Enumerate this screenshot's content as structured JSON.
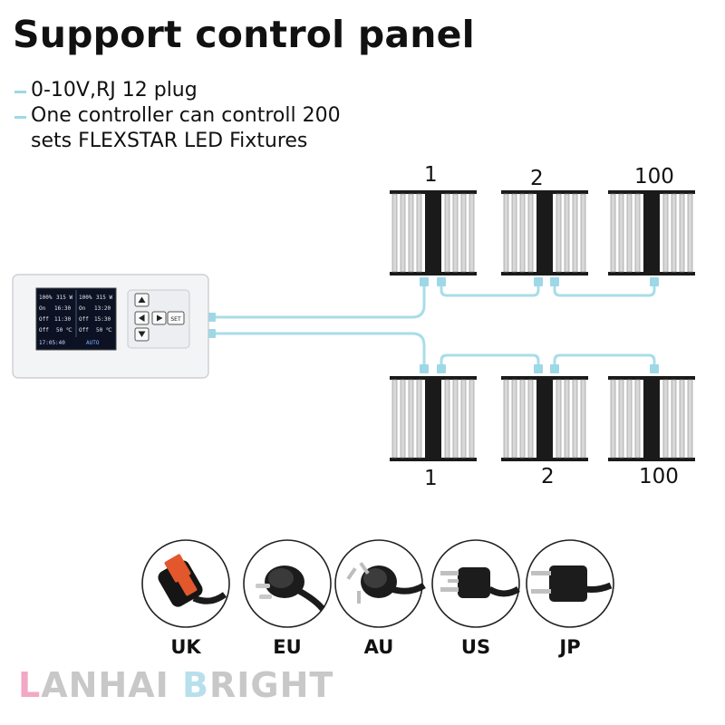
{
  "title": "Support control panel",
  "bullets": [
    {
      "text": "0-10V,RJ 12 plug"
    },
    {
      "text": "One controller can controll 200",
      "continuation": "sets FLEXSTAR LED Fixtures"
    }
  ],
  "top_row_labels": [
    "1",
    "2",
    "100"
  ],
  "bottom_row_labels": [
    "1",
    "2",
    "100"
  ],
  "controller": {
    "set_button": "SET",
    "screen": {
      "row1": [
        "100%",
        "315 W",
        "100%",
        "315 W"
      ],
      "row2": [
        "On",
        "16:30",
        "On",
        "13:20"
      ],
      "row3": [
        "Off",
        "11:30",
        "Off",
        "15:30"
      ],
      "row4": [
        "Off",
        "50 ℃",
        "Off",
        "50 ℃"
      ],
      "footer": [
        "17:05:40",
        "AUTO"
      ]
    }
  },
  "plugs": [
    {
      "label": "UK",
      "icon": "uk-plug-icon"
    },
    {
      "label": "EU",
      "icon": "eu-plug-icon"
    },
    {
      "label": "AU",
      "icon": "au-plug-icon"
    },
    {
      "label": "US",
      "icon": "us-plug-icon"
    },
    {
      "label": "JP",
      "icon": "jp-plug-icon"
    }
  ],
  "brand": {
    "first_letter": "L",
    "rest_of_first_word": "ANHAI",
    "second_word_first_letter": "B",
    "rest_of_second_word": "RIGHT"
  },
  "colors": {
    "accent": "#9ed8e6",
    "cable": "#a8dde9",
    "brand_pink": "#f2a8c4",
    "brand_gray": "#c8c8c8",
    "brand_blue": "#b8e0ec",
    "fixture": "#1a1a1a"
  }
}
